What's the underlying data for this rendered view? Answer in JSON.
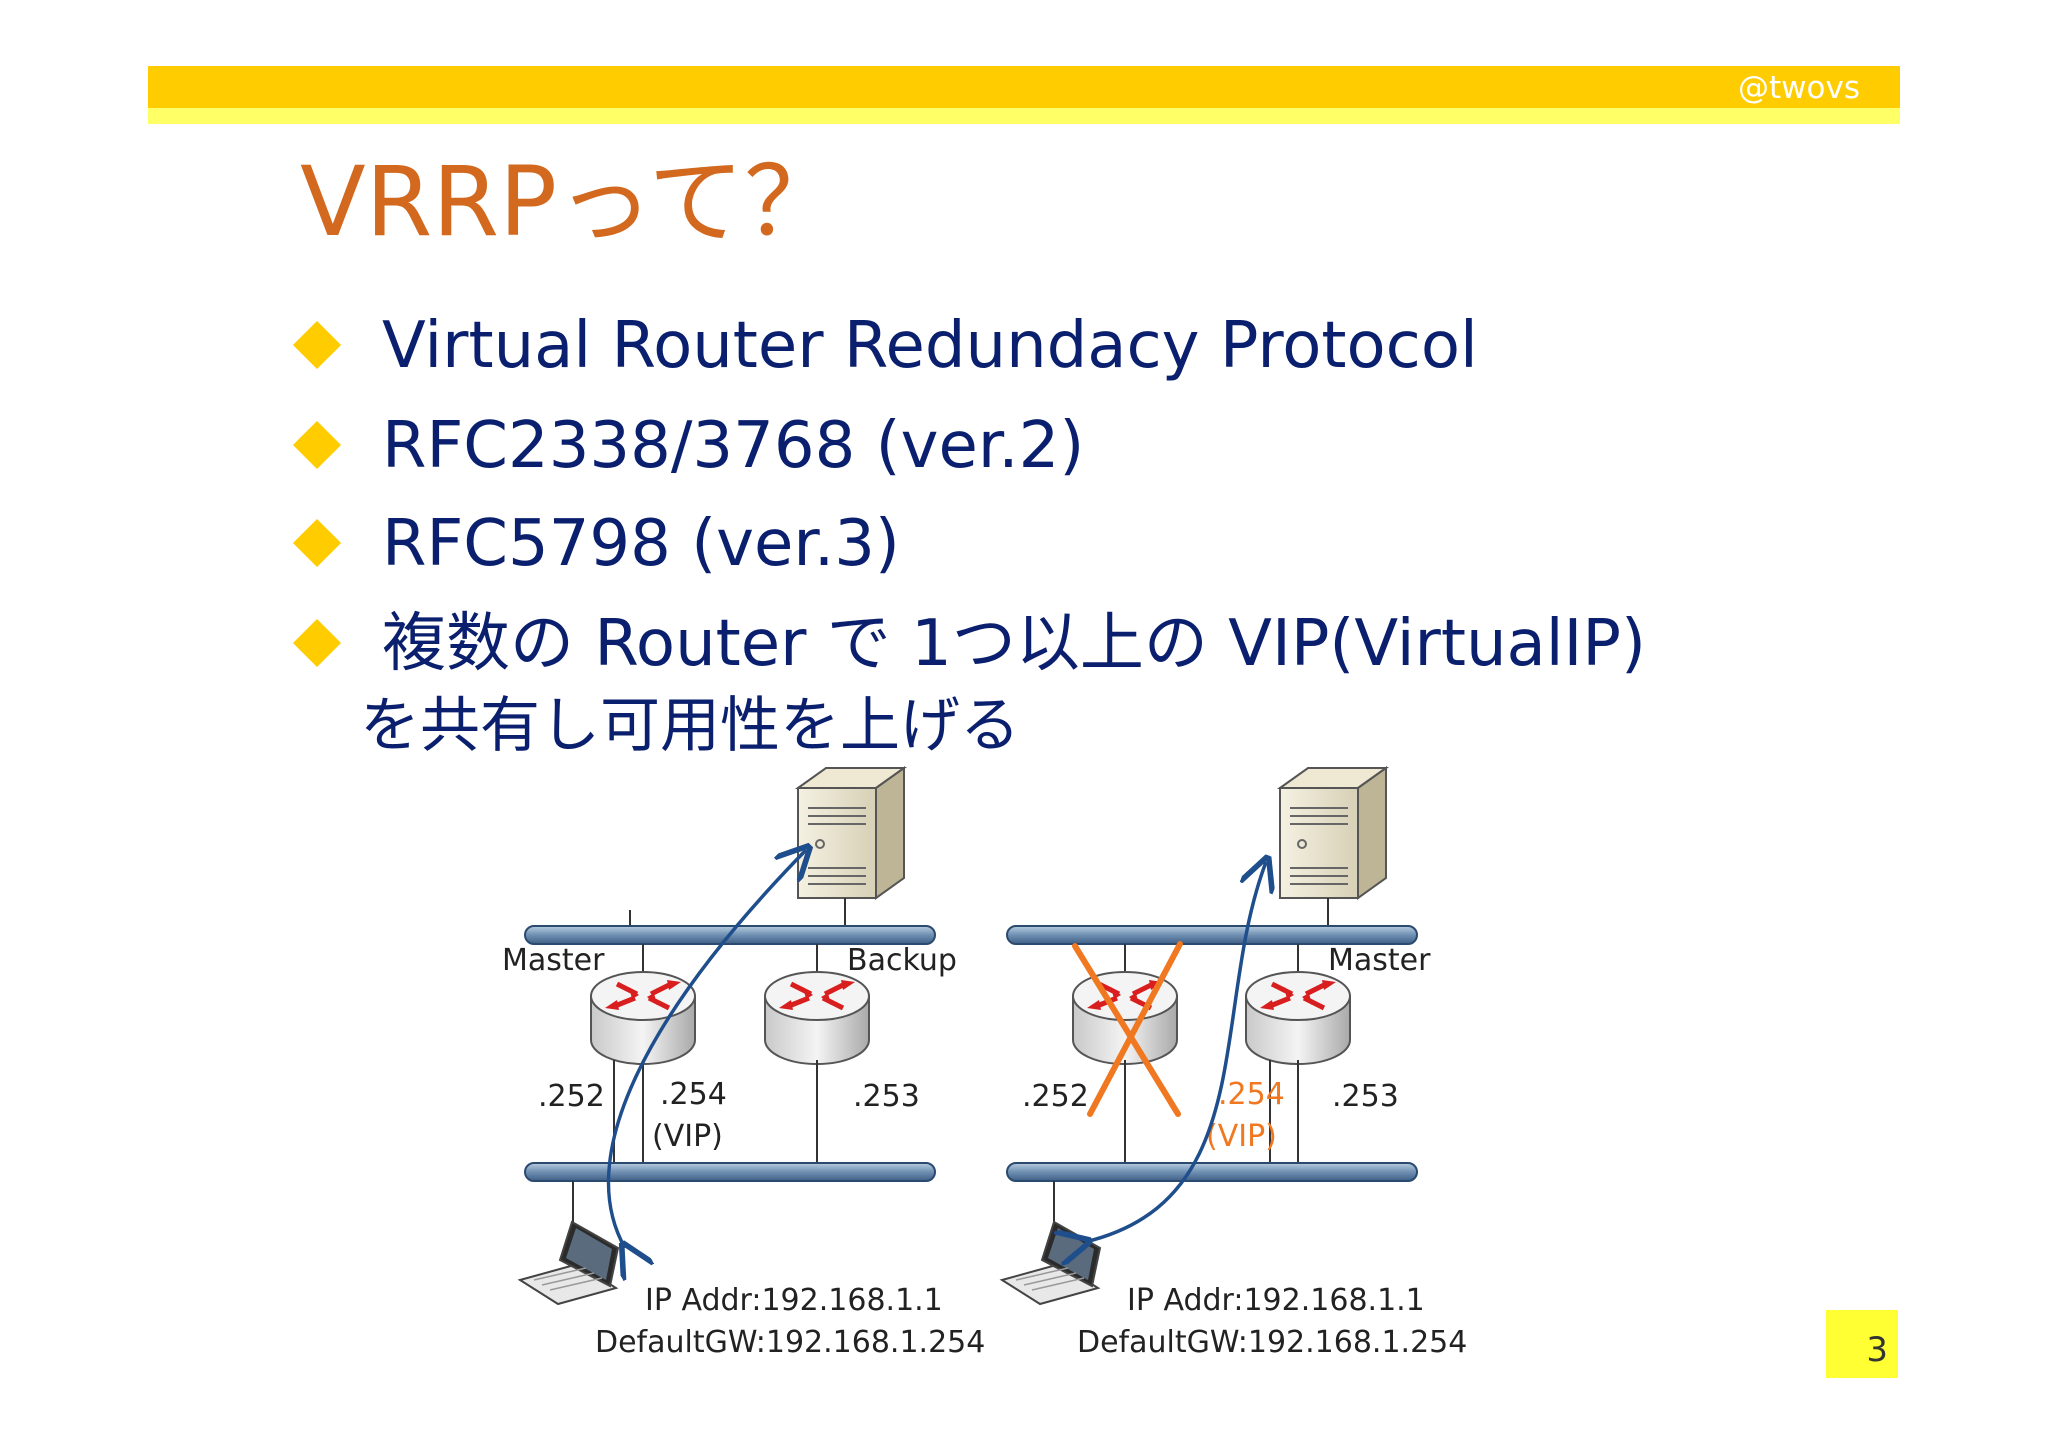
{
  "header": {
    "handle": "@twovs"
  },
  "title": "VRRPって？",
  "bullets": [
    {
      "text": "Virtual Router Redundacy Protocol"
    },
    {
      "text": "RFC2338/3768 (ver.2)"
    },
    {
      "text": "RFC5798 (ver.3)"
    },
    {
      "text": "複数の Router で 1つ以上の VIP(VirtualIP)",
      "text_line2": "を共有し可用性を上げる"
    }
  ],
  "diagram": {
    "left": {
      "label_master": "Master",
      "label_backup": "Backup",
      "ip_252": ".252",
      "ip_254": ".254",
      "vip": "(VIP)",
      "ip_253": ".253",
      "client_ip": "IP Addr:192.168.1.1",
      "client_gw": "DefaultGW:192.168.1.254"
    },
    "right": {
      "label_master": "Master",
      "ip_252": ".252",
      "ip_254": ".254",
      "vip": "(VIP)",
      "ip_253": ".253",
      "client_ip": "IP Addr:192.168.1.1",
      "client_gw": "DefaultGW:192.168.1.254"
    }
  },
  "colors": {
    "header_bar": "#ffcc00",
    "title": "#d2691e",
    "bullet_text": "#0a1f6e",
    "bullet_marker": "#ffcc00",
    "vip_failover": "#f07820",
    "arrow": "#1f4e8c",
    "page_number_bg": "#ffff33"
  },
  "page_number": "3"
}
